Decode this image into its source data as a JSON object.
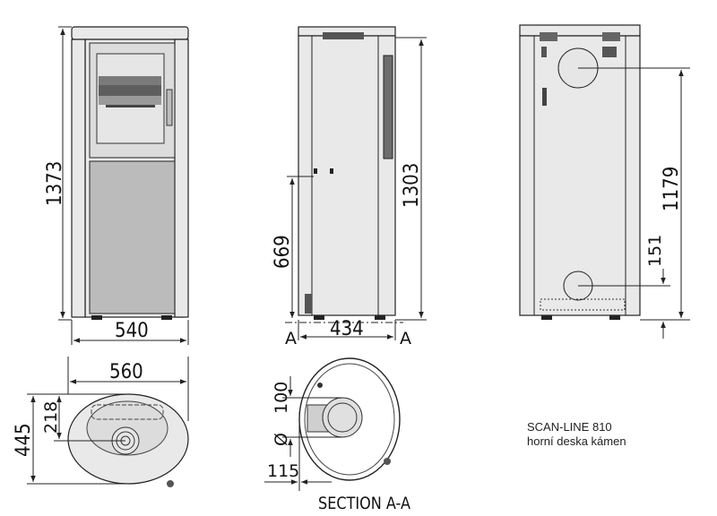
{
  "dimensions": {
    "front_height": "1373",
    "front_width": "540",
    "side_height": "1303",
    "side_height_low": "669",
    "side_width": "434",
    "section_mark_left": "A",
    "section_mark_right": "A",
    "back_height": "1179",
    "back_height_low": "151",
    "top_width": "560",
    "top_depth": "445",
    "top_offset": "218",
    "section_diameter": "100",
    "section_phi": "Ø",
    "section_offset": "115",
    "section_label": "SECTION A-A"
  },
  "caption": {
    "model": "SCAN-LINE 810",
    "variant": "horní deska kámen"
  }
}
